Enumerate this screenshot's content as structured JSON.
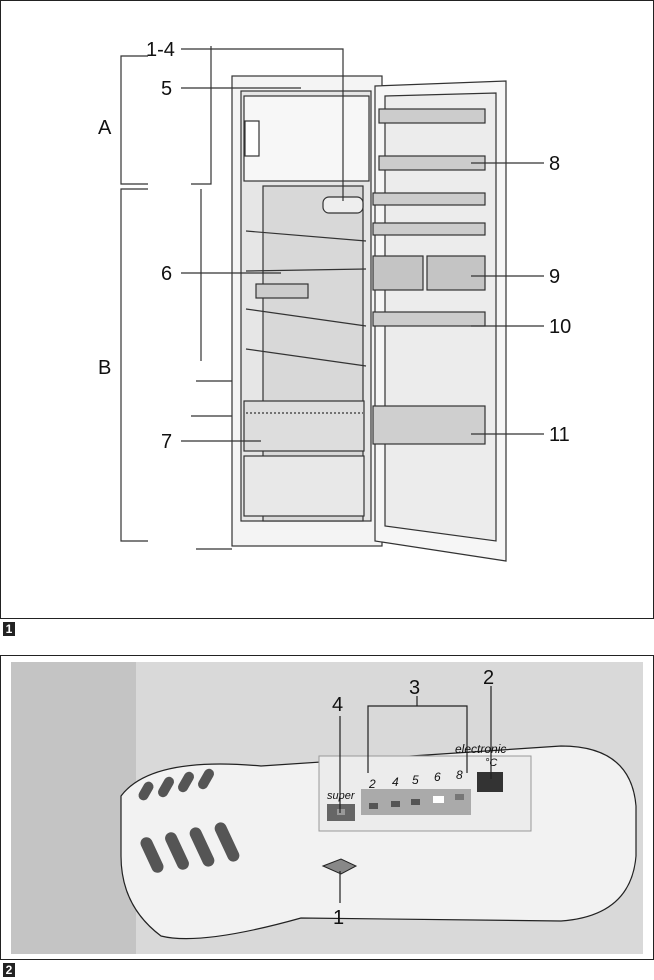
{
  "figure1": {
    "number": "1",
    "callouts": {
      "c14": "1-4",
      "c5": "5",
      "cA": "A",
      "cB": "B",
      "c6": "6",
      "c7": "7",
      "c8": "8",
      "c9": "9",
      "c10": "10",
      "c11": "11"
    }
  },
  "figure2": {
    "number": "2",
    "callouts": {
      "c1": "1",
      "c2": "2",
      "c3": "3",
      "c4": "4"
    },
    "panel": {
      "super": "super",
      "brand": "electronic",
      "unit": "°C",
      "temps": [
        "2",
        "4",
        "5",
        "6",
        "8"
      ]
    }
  }
}
